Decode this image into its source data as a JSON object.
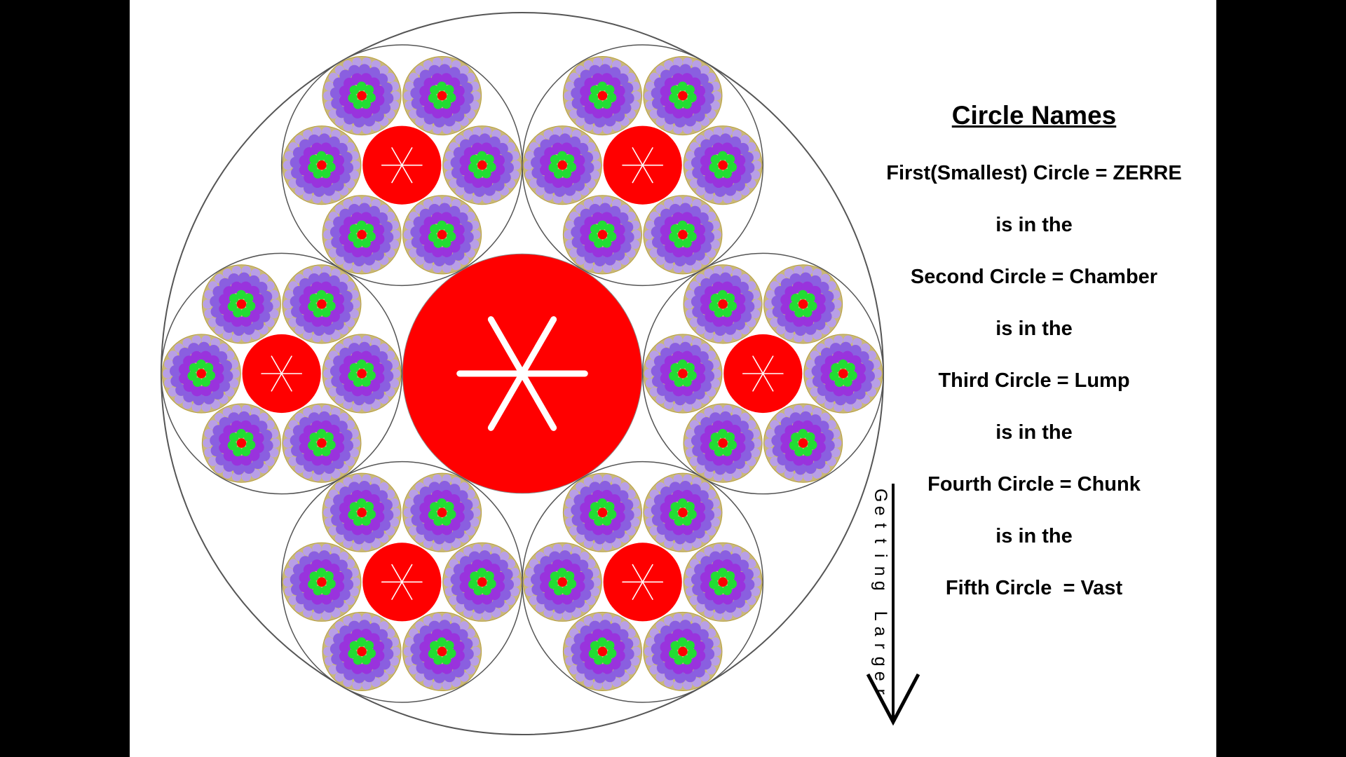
{
  "colors": {
    "background": "#000000",
    "slide": "#ffffff",
    "core_red": "#ff0000",
    "star_white": "#ffffff",
    "green": "#22dd33",
    "violet": "#9933dd",
    "lavender": "#8a5fe0",
    "outline": "#444444",
    "gold": "#b8a040"
  },
  "diagram": {
    "center_icon": "six-spoke-star-icon",
    "hierarchy_levels": 5
  },
  "legend": {
    "title": "Circle Names",
    "lines": [
      "First(Smallest) Circle = ZERRE",
      "is in the",
      "Second Circle = Chamber",
      "is in the",
      "Third Circle = Lump",
      "is in the",
      "Fourth Circle = Chunk",
      "is in the",
      "Fifth Circle  = Vast"
    ]
  },
  "arrow": {
    "label": "Getting Larger",
    "icon": "down-arrow-icon"
  }
}
